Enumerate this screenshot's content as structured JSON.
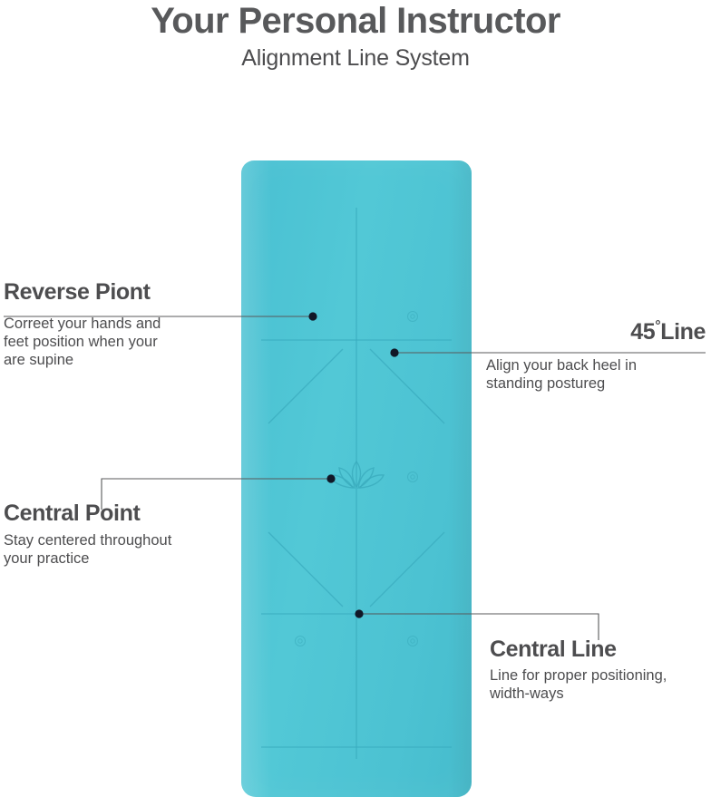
{
  "header": {
    "title": "Your Personal Instructor",
    "subtitle": "Alignment Line System"
  },
  "product": {
    "name": "yoga-mat",
    "brandmark": "",
    "color": "#4cc2d2",
    "line_color": "#3aa8b9",
    "center_logo": "lotus-icon"
  },
  "callouts": [
    {
      "id": "reverse-point",
      "title": "Reverse Piont",
      "description": "Correet your hands and\nfeet position when your\nare supine",
      "side": "left"
    },
    {
      "id": "central-point",
      "title": "Central Point",
      "description": "Stay centered throughout\nyour practice",
      "side": "left"
    },
    {
      "id": "45-line",
      "title_number": "45",
      "title_degree": "°",
      "title_word": "Line",
      "title": "45°Line",
      "description": "Align your back heel in\nstanding postureg",
      "side": "right"
    },
    {
      "id": "central-line",
      "title": "Central Line",
      "description": "Line for proper positioning,\nwidth-ways",
      "side": "right"
    }
  ],
  "colors": {
    "text_dark": "#4d4d4f",
    "title_gray": "#58595b",
    "leader": "#58595b",
    "dot": "#111827",
    "background": "#ffffff"
  }
}
